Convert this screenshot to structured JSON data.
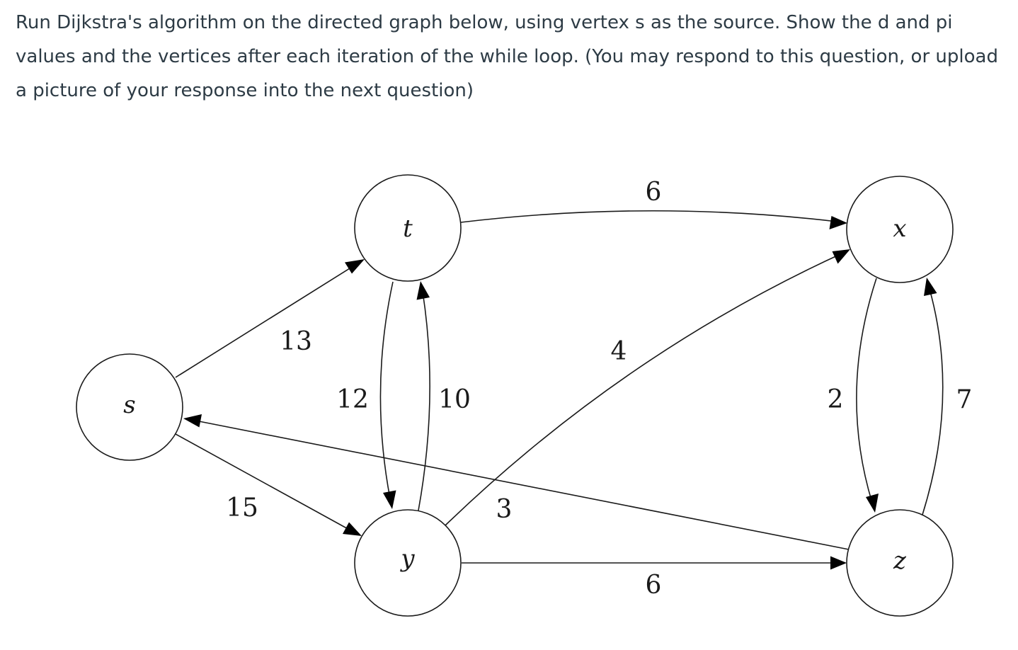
{
  "question": {
    "text": "Run Dijkstra's algorithm on the directed graph below, using vertex s as the source. Show the d and pi values and the vertices after each iteration of the while loop. (You may respond to this question, or upload a picture of your response into the next question)"
  },
  "graph": {
    "nodes": [
      {
        "id": "s",
        "label": "s"
      },
      {
        "id": "t",
        "label": "t"
      },
      {
        "id": "x",
        "label": "x"
      },
      {
        "id": "y",
        "label": "y"
      },
      {
        "id": "z",
        "label": "z"
      }
    ],
    "edges": [
      {
        "from": "s",
        "to": "t",
        "weight": "13"
      },
      {
        "from": "s",
        "to": "y",
        "weight": "15"
      },
      {
        "from": "t",
        "to": "y",
        "weight": "12"
      },
      {
        "from": "y",
        "to": "t",
        "weight": "10"
      },
      {
        "from": "t",
        "to": "x",
        "weight": "6"
      },
      {
        "from": "y",
        "to": "x",
        "weight": "4"
      },
      {
        "from": "y",
        "to": "z",
        "weight": "6"
      },
      {
        "from": "z",
        "to": "s",
        "weight": "3"
      },
      {
        "from": "x",
        "to": "z",
        "weight": "2"
      },
      {
        "from": "z",
        "to": "x",
        "weight": "7"
      }
    ]
  }
}
